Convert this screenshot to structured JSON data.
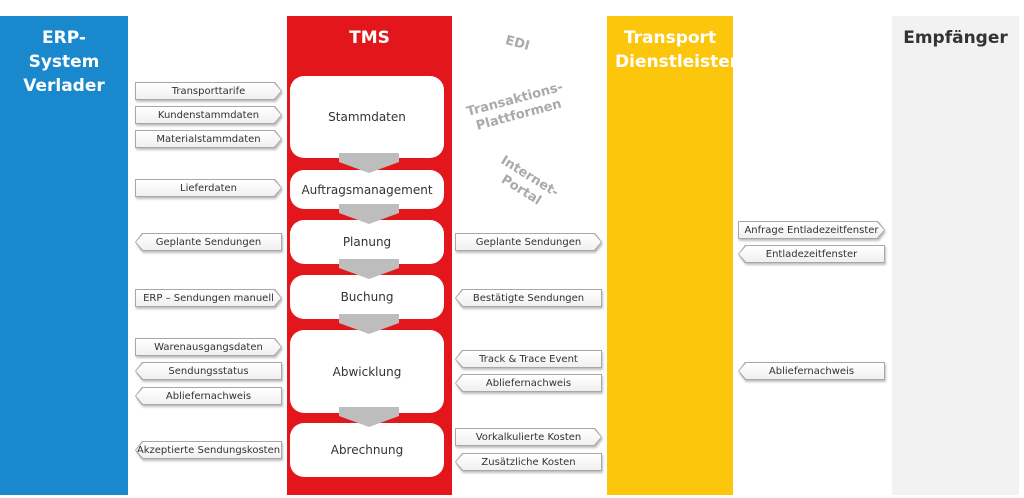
{
  "columns": {
    "erp": "ERP-System Verlader",
    "tms": "TMS",
    "transport": "Transport Dienstleister",
    "empfaenger": "Empfänger"
  },
  "channels": {
    "edi": "EDI",
    "platforms": "Transaktions-Plattformen",
    "portal": "Internet-Portal"
  },
  "stages": [
    "Stammdaten",
    "Auftragsmanagement",
    "Planung",
    "Buchung",
    "Abwicklung",
    "Abrechnung"
  ],
  "erp_flows": [
    "Transporttarife",
    "Kundenstammdaten",
    "Materialstammdaten",
    "Lieferdaten",
    "Geplante Sendungen",
    "ERP – Sendungen manuell",
    "Warenausgangsdaten",
    "Sendungsstatus",
    "Abliefernachweis",
    "Akzeptierte Sendungskosten"
  ],
  "carrier_flows": [
    "Geplante Sendungen",
    "Bestätigte Sendungen",
    "Track & Trace Event",
    "Abliefernachweis",
    "Vorkalkulierte Kosten",
    "Zusätzliche Kosten"
  ],
  "receiver_flows": [
    "Anfrage Entladezeitfenster",
    "Entladezeitfenster",
    "Abliefernachweis"
  ],
  "colors": {
    "erp": "#1a88cc",
    "tms": "#e3171b",
    "transport": "#fcc60d",
    "empfaenger": "#f2f2f2"
  }
}
